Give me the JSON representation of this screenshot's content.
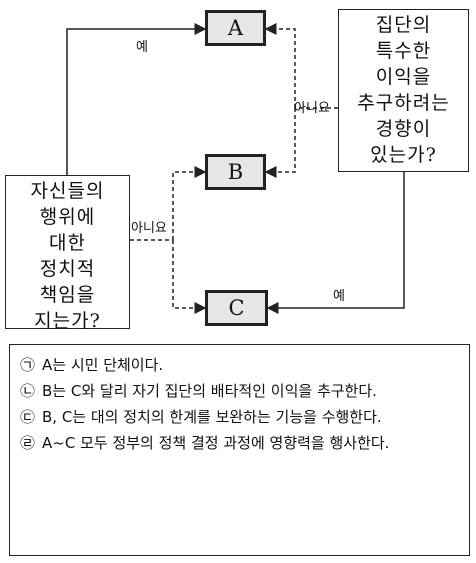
{
  "diagram": {
    "nodes": {
      "a": "A",
      "b": "B",
      "c": "C"
    },
    "question_left": "자신들의\n행위에\n대한\n정치적\n책임을\n지는가?",
    "question_right": "집단의\n특수한\n이익을\n추구하려는\n경향이\n있는가?",
    "label_left_yes": "예",
    "label_left_no": "아니요",
    "label_right_yes": "예",
    "label_right_no": "아니요"
  },
  "statements": [
    {
      "marker": "㉠",
      "text": "A는 시민 단체이다."
    },
    {
      "marker": "㉡",
      "text": "B는 C와 달리 자기 집단의 배타적인 이익을 추구한다."
    },
    {
      "marker": "㉢",
      "text": "B, C는 대의 정치의 한계를 보완하는 기능을 수행한다."
    },
    {
      "marker": "㉣",
      "text": "A~C 모두 정부의 정책 결정 과정에 영향력을 행사한다."
    }
  ]
}
